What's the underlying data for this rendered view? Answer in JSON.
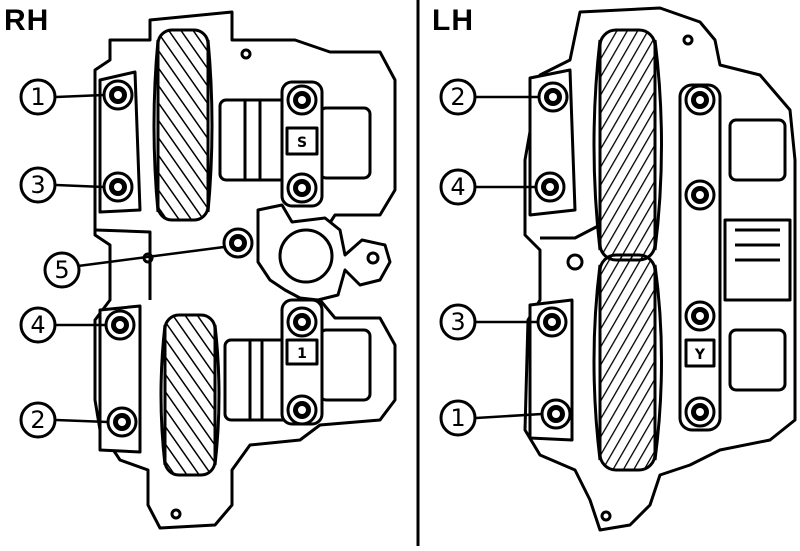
{
  "panels": {
    "right": {
      "title": "RH",
      "callouts": [
        "1",
        "3",
        "5",
        "4",
        "2"
      ]
    },
    "left": {
      "title": "LH",
      "callouts": [
        "2",
        "4",
        "3",
        "1"
      ]
    }
  },
  "journal_marks": {
    "right_top": "S",
    "right_bottom": "1",
    "left_bottom": "Y"
  },
  "colors": {
    "ink": "#000000",
    "paper": "#ffffff"
  }
}
